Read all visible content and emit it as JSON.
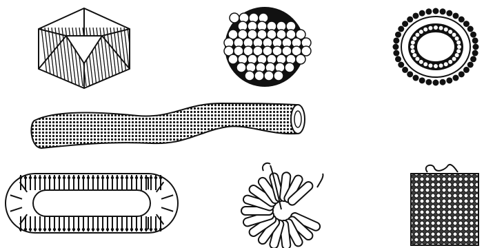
{
  "figure": {
    "panels": [
      {
        "id": "icosahedral-capsid",
        "icon": "icosahedron-icon"
      },
      {
        "id": "spherical-capsomere-cluster",
        "icon": "sphere-cluster-icon"
      },
      {
        "id": "enveloped-ring",
        "icon": "ring-envelope-icon"
      },
      {
        "id": "filamentous-helical",
        "icon": "long-helical-rod-icon"
      },
      {
        "id": "bullet-envelope-section",
        "icon": "bullet-section-icon"
      },
      {
        "id": "coiled-ribbon-nucleocapsid",
        "icon": "coiled-ribbon-icon"
      },
      {
        "id": "helical-rod-segment",
        "icon": "short-helical-rod-icon"
      }
    ],
    "colors": {
      "ink": "#111111",
      "paper": "#ffffff"
    }
  }
}
